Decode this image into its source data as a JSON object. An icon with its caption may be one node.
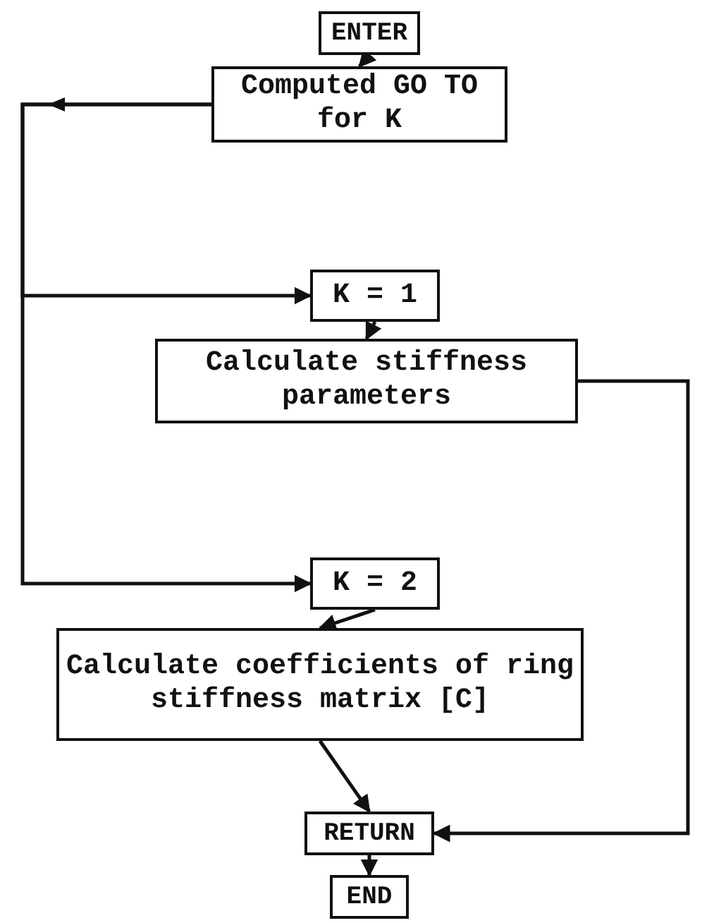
{
  "diagram": {
    "nodes": [
      {
        "text": [
          "ENTER"
        ]
      },
      {
        "text": [
          "Computed GO TO for K"
        ]
      },
      {
        "text": [
          "K = 1"
        ]
      },
      {
        "text": [
          "Calculate stiffness parameters"
        ]
      },
      {
        "text": [
          "K = 2"
        ]
      },
      {
        "text": [
          "Calculate coefficients of ring stiffness matrix [C]"
        ]
      },
      {
        "text": [
          "RETURN"
        ]
      },
      {
        "text": [
          "END"
        ]
      }
    ],
    "edges": [
      {
        "from": 0,
        "to": 1,
        "arrow": "to"
      },
      {
        "from": 1,
        "to": 2,
        "arrow": "to"
      },
      {
        "from": 1,
        "to": 4,
        "arrow": "to"
      },
      {
        "from": 2,
        "to": 3,
        "arrow": "to"
      },
      {
        "from": 3,
        "to": 6,
        "arrow": "to"
      },
      {
        "from": 4,
        "to": 5,
        "arrow": "to"
      },
      {
        "from": 5,
        "to": 6,
        "arrow": "to"
      },
      {
        "from": 6,
        "to": 7,
        "arrow": "to"
      }
    ]
  }
}
